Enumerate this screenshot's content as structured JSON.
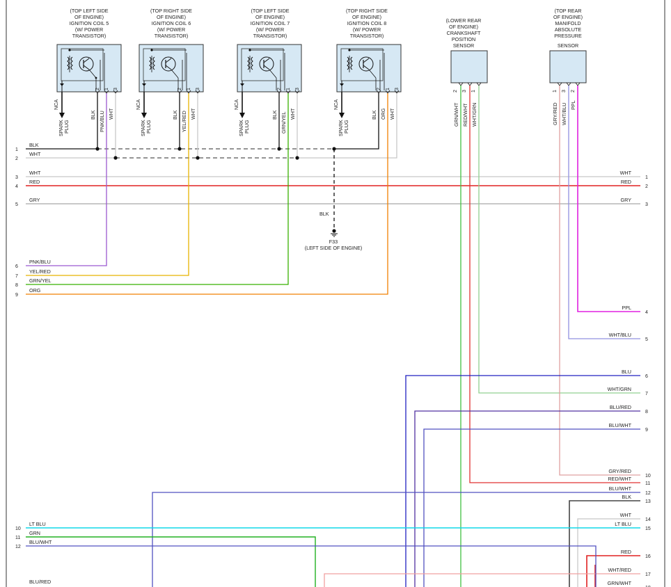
{
  "components": [
    {
      "id": "coil5",
      "lines": [
        "(TOP LEFT SIDE",
        "OF ENGINE)",
        "IGNITION COIL 5",
        "(W/ POWER",
        "TRANSISTOR)"
      ],
      "nca": "NCA",
      "spark": [
        "SPARK",
        "PLUG"
      ],
      "pins": [
        {
          "num": "2",
          "wire": "BLK"
        },
        {
          "num": "1",
          "wire": "PNK/BLU"
        },
        {
          "num": "3",
          "wire": "WHT"
        }
      ]
    },
    {
      "id": "coil6",
      "lines": [
        "(TOP RIGHT SIDE",
        "OF ENGINE)",
        "IGNITION COIL 6",
        "(W/ POWER",
        "TRANSISTOR)"
      ],
      "nca": "NCA",
      "spark": [
        "SPARK",
        "PLUG"
      ],
      "pins": [
        {
          "num": "2",
          "wire": "BLK"
        },
        {
          "num": "1",
          "wire": "YEL/RED"
        },
        {
          "num": "3",
          "wire": "WHT"
        }
      ]
    },
    {
      "id": "coil7",
      "lines": [
        "(TOP LEFT SIDE",
        "OF ENGINE)",
        "IGNITION COIL 7",
        "(W/ POWER",
        "TRANSISTOR)"
      ],
      "nca": "NCA",
      "spark": [
        "SPARK",
        "PLUG"
      ],
      "pins": [
        {
          "num": "2",
          "wire": "BLK"
        },
        {
          "num": "1",
          "wire": "GRN/YEL"
        },
        {
          "num": "3",
          "wire": "WHT"
        }
      ]
    },
    {
      "id": "coil8",
      "lines": [
        "(TOP RIGHT SIDE",
        "OF ENGINE)",
        "IGNITION COIL 8",
        "(W/ POWER",
        "TRANSISTOR)"
      ],
      "nca": "NCA",
      "spark": [
        "SPARK",
        "PLUG"
      ],
      "pins": [
        {
          "num": "2",
          "wire": "BLK"
        },
        {
          "num": "1",
          "wire": "ORG"
        },
        {
          "num": "3",
          "wire": "WHT"
        }
      ]
    },
    {
      "id": "ckp",
      "lines": [
        "(LOWER REAR",
        "OF ENGINE)",
        "CRANKSHAFT",
        "POSITION",
        "SENSOR"
      ],
      "pins": [
        {
          "num": "2",
          "wire": "GRN/WHT"
        },
        {
          "num": "3",
          "wire": "RED/WHT"
        },
        {
          "num": "1",
          "wire": "WHT/GRN"
        }
      ]
    },
    {
      "id": "map",
      "lines": [
        "(TOP REAR",
        "OF ENGINE)",
        "MANIFOLD",
        "ABSOLUTE",
        "PRESSURE",
        "SENSOR"
      ],
      "pins": [
        {
          "num": "1",
          "wire": "GRY/RED"
        },
        {
          "num": "3",
          "wire": "WHT/BLU"
        },
        {
          "num": "2",
          "wire": "PPL"
        }
      ]
    }
  ],
  "ground": {
    "wire": "BLK",
    "id": "F33",
    "location": "(LEFT SIDE OF ENGINE)"
  },
  "left_wires": [
    {
      "num": "1",
      "label": "BLK",
      "color": "#111111"
    },
    {
      "num": "2",
      "label": "WHT",
      "color": "#c8c8c8"
    },
    {
      "num": "3",
      "label": "WHT",
      "color": "#c8c8c8"
    },
    {
      "num": "4",
      "label": "RED",
      "color": "#e02020"
    },
    {
      "num": "5",
      "label": "GRY",
      "color": "#a8a8a8"
    },
    {
      "num": "6",
      "label": "PNK/BLU",
      "color": "#9b59d0"
    },
    {
      "num": "7",
      "label": "YEL/RED",
      "color": "#e8b400"
    },
    {
      "num": "8",
      "label": "GRN/YEL",
      "color": "#38b000"
    },
    {
      "num": "9",
      "label": "ORG",
      "color": "#f08000"
    },
    {
      "num": "10",
      "label": "LT BLU",
      "color": "#10d8e8"
    },
    {
      "num": "11",
      "label": "GRN",
      "color": "#20b020"
    },
    {
      "num": "12",
      "label": "BLU/WHT",
      "color": "#5050c0"
    },
    {
      "num": "",
      "label": "BLU/RED",
      "color": "#4040a0"
    }
  ],
  "right_wires": [
    {
      "num": "1",
      "label": "WHT",
      "color": "#c8c8c8"
    },
    {
      "num": "2",
      "label": "RED",
      "color": "#e02020"
    },
    {
      "num": "3",
      "label": "GRY",
      "color": "#a8a8a8"
    },
    {
      "num": "4",
      "label": "PPL",
      "color": "#e020e0"
    },
    {
      "num": "5",
      "label": "WHT/BLU",
      "color": "#9090e0"
    },
    {
      "num": "6",
      "label": "BLU",
      "color": "#2020c0"
    },
    {
      "num": "7",
      "label": "WHT/GRN",
      "color": "#90d090"
    },
    {
      "num": "8",
      "label": "BLU/RED",
      "color": "#5030a0"
    },
    {
      "num": "9",
      "label": "BLU/WHT",
      "color": "#5050c0"
    },
    {
      "num": "10",
      "label": "GRY/RED",
      "color": "#e0a0a0"
    },
    {
      "num": "11",
      "label": "RED/WHT",
      "color": "#e03030"
    },
    {
      "num": "12",
      "label": "BLU/WHT",
      "color": "#5050c0"
    },
    {
      "num": "13",
      "label": "BLK",
      "color": "#444444"
    },
    {
      "num": "14",
      "label": "WHT",
      "color": "#c8c8c8"
    },
    {
      "num": "15",
      "label": "LT BLU",
      "color": "#10d8e8"
    },
    {
      "num": "16",
      "label": "RED",
      "color": "#e02020"
    },
    {
      "num": "17",
      "label": "WHT/RED",
      "color": "#f0a0a0"
    },
    {
      "num": "18",
      "label": "GRN/WHT",
      "color": "#40c040"
    }
  ]
}
